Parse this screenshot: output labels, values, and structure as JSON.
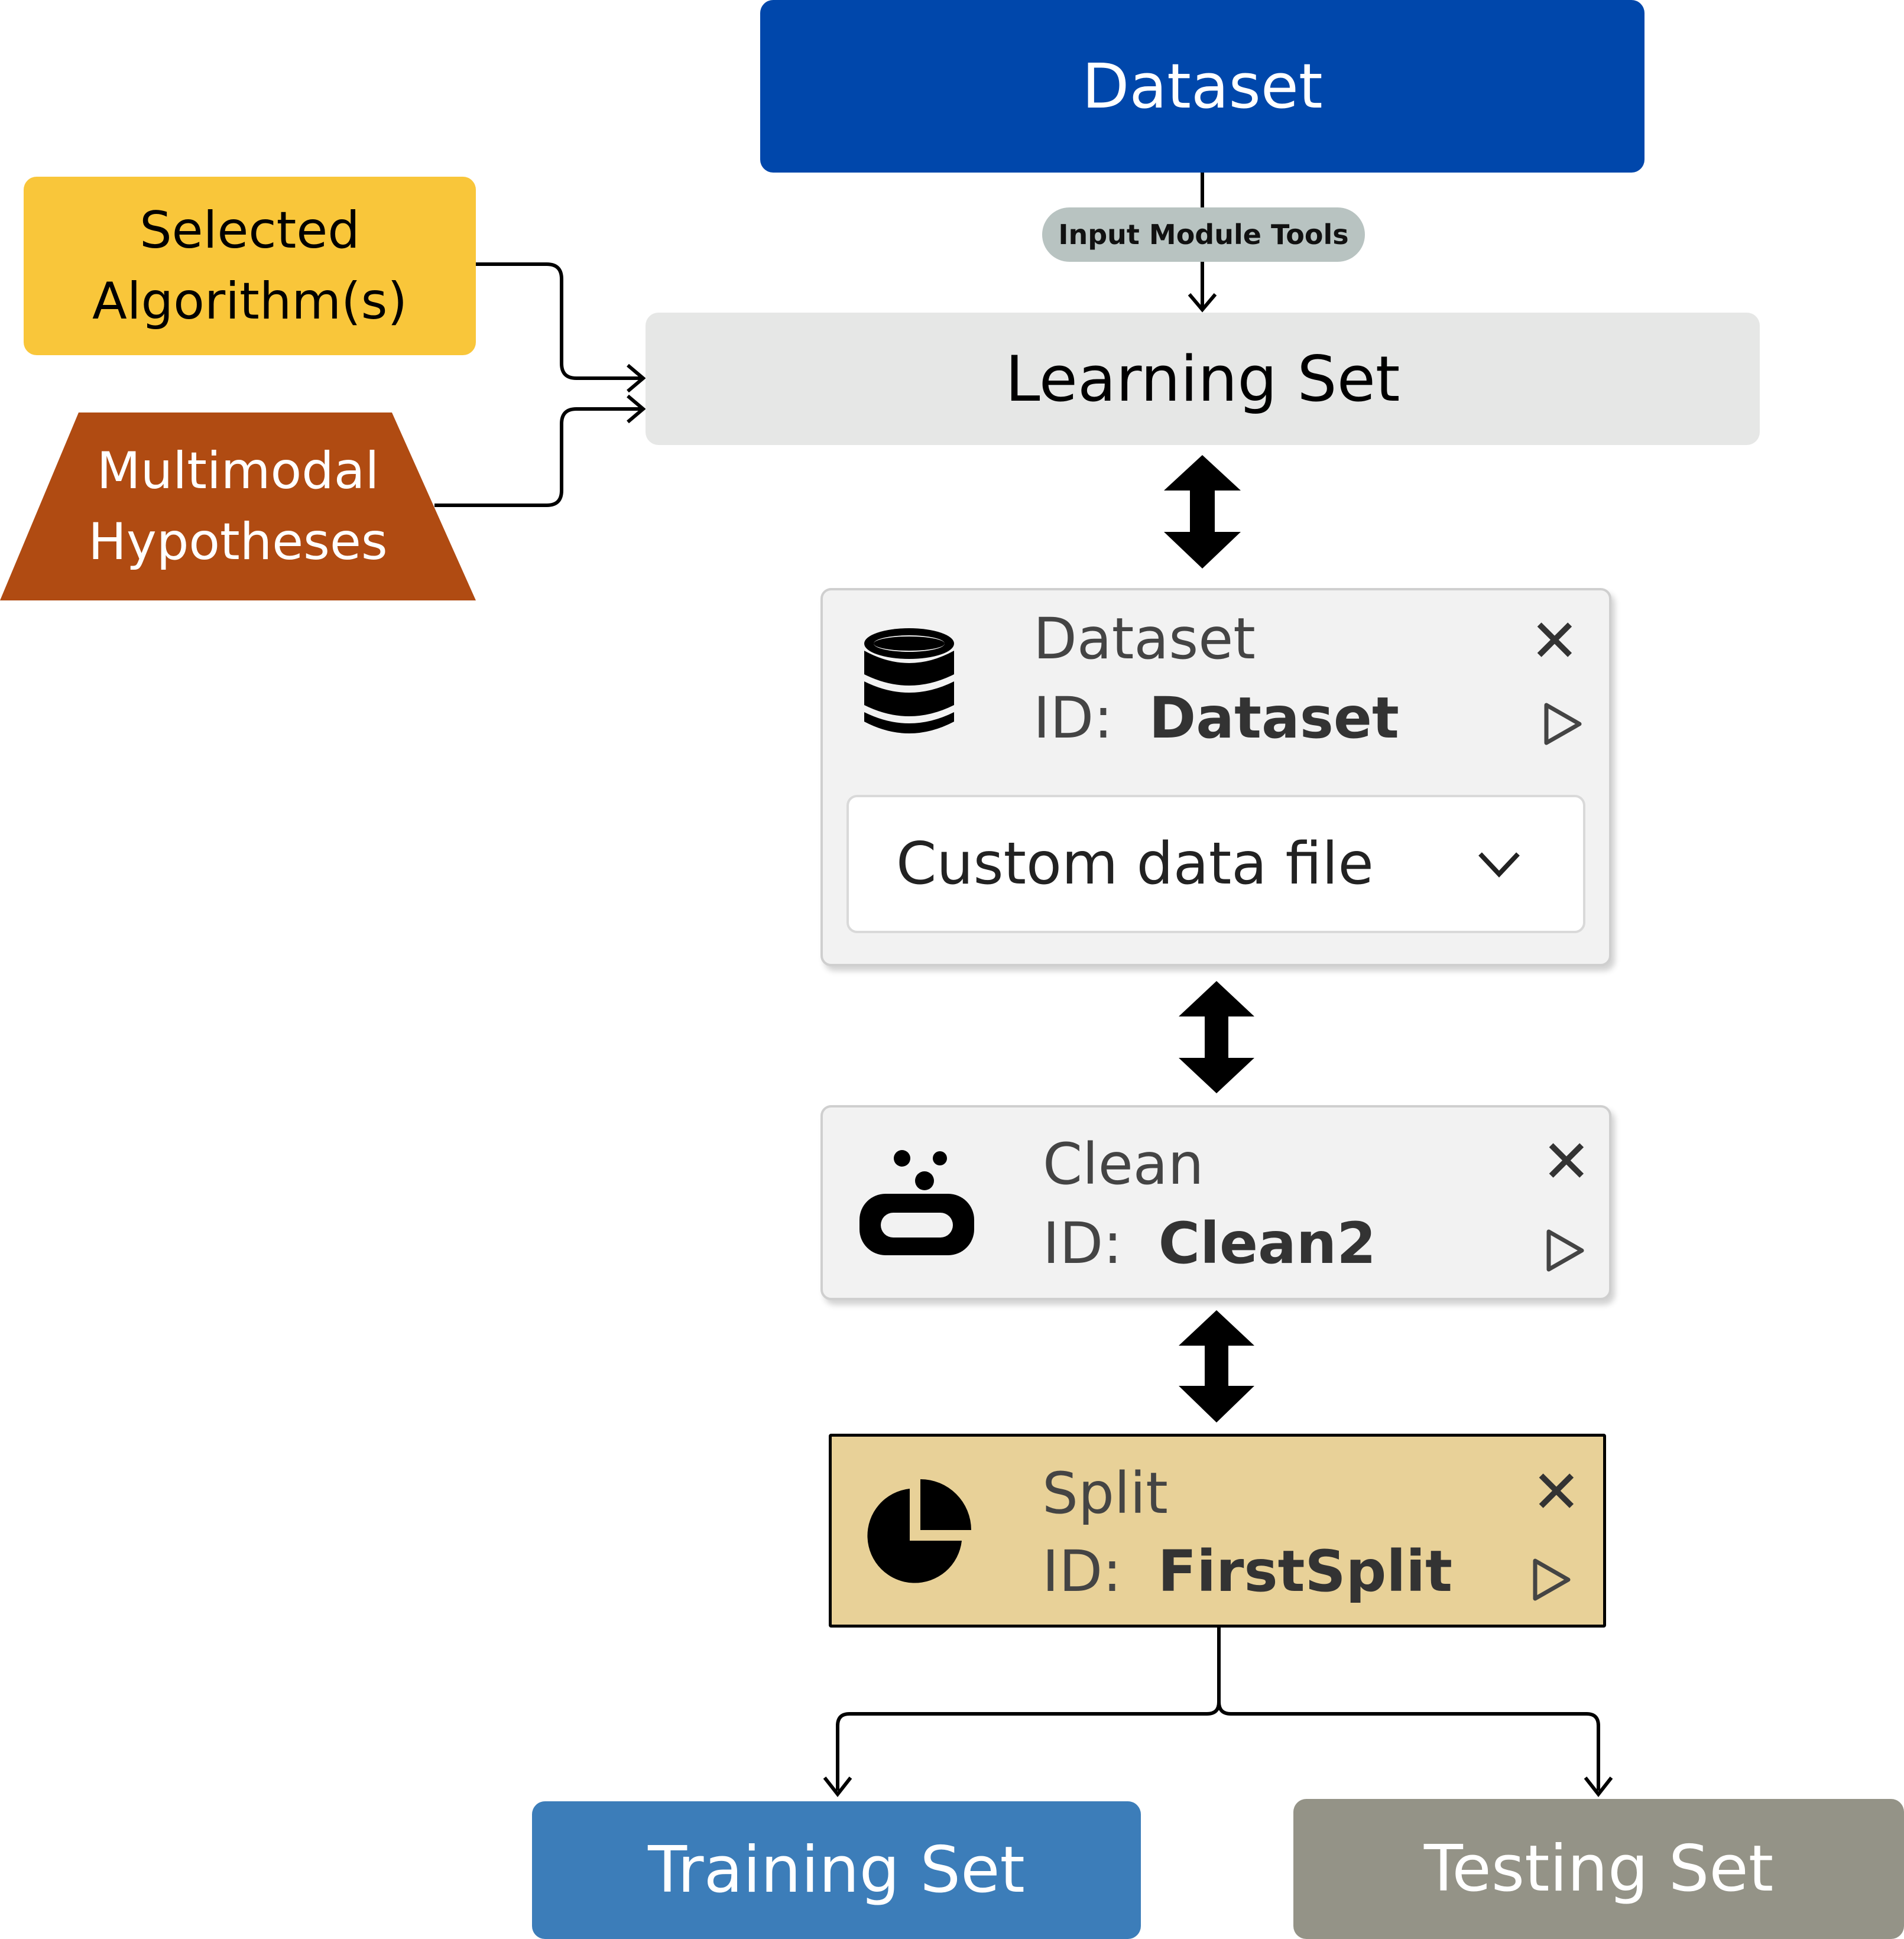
{
  "nodes": {
    "dataset_top": "Dataset",
    "input_tools": "Input Module Tools",
    "learning_set": "Learning Set",
    "selected_algorithms_line1": "Selected",
    "selected_algorithms_line2": "Algorithm(s)",
    "multimodal_line1": "Multimodal",
    "multimodal_line2": "Hypotheses",
    "training_set": "Training Set",
    "testing_set": "Testing Set"
  },
  "cards": {
    "dataset": {
      "type": "Dataset",
      "id_label": "ID:  ",
      "id": "Dataset",
      "dropdown_value": "Custom data file",
      "icon": "database-icon"
    },
    "clean": {
      "type": "Clean",
      "id_label": "ID:  ",
      "id": "Clean2",
      "icon": "soap-icon"
    },
    "split": {
      "type": "Split",
      "id_label": "ID:  ",
      "id": "FirstSplit",
      "icon": "pie-chart-icon"
    }
  },
  "colors": {
    "dataset_top": "#0047ab",
    "learning_set": "#e6e7e6",
    "selected_algorithms": "#f9c63a",
    "multimodal": "#b04b12",
    "split_card": "#e8d198",
    "training_set": "#3c7db9",
    "testing_set": "#949387"
  }
}
